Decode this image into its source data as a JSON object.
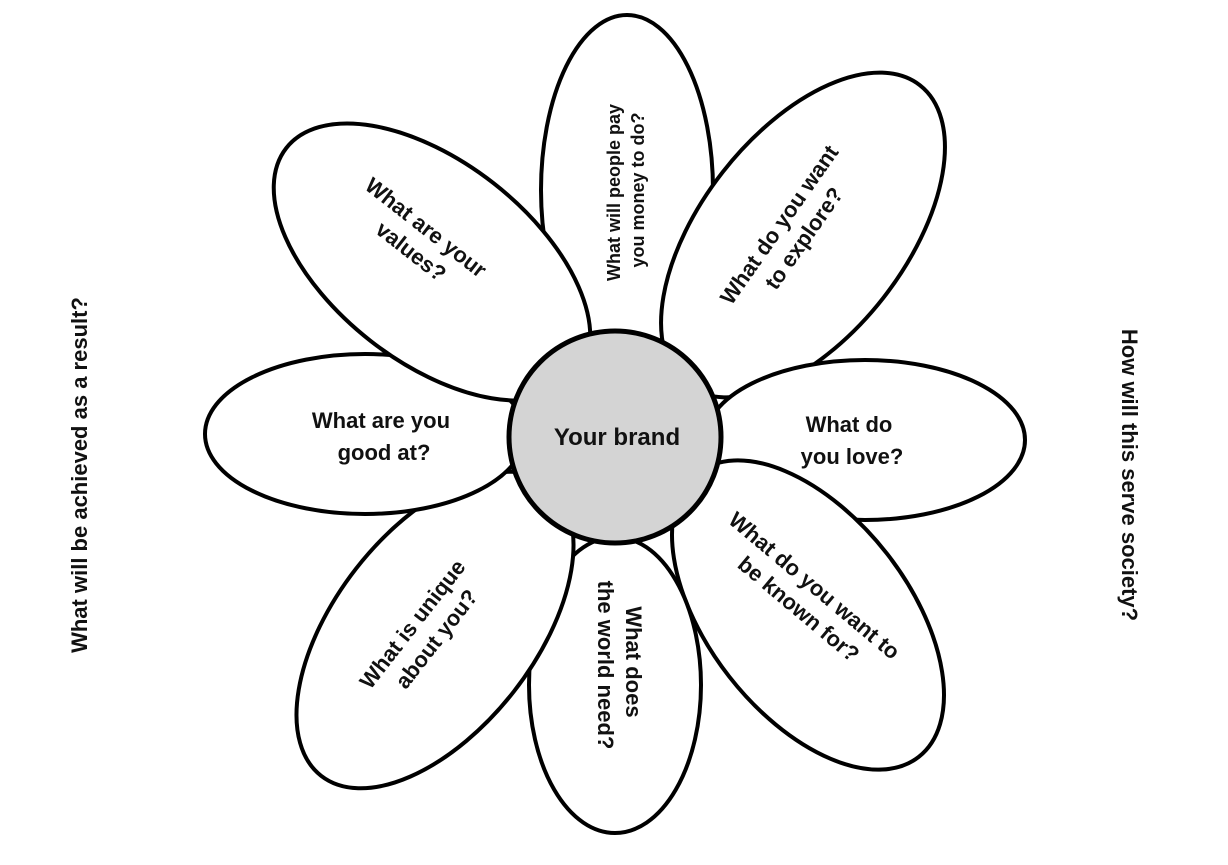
{
  "center": {
    "label": "Your brand",
    "fill": "#d4d4d4"
  },
  "petals": {
    "top": {
      "lines": [
        "What will people pay",
        "you money to do?"
      ]
    },
    "top_right": {
      "lines": [
        "What do you want",
        "to explore?"
      ]
    },
    "right": {
      "lines": [
        "What do",
        "you love?"
      ]
    },
    "bottom_right": {
      "lines": [
        "What do you want to",
        "be known for?"
      ]
    },
    "bottom": {
      "lines": [
        "What does",
        "the world need?"
      ]
    },
    "bottom_left": {
      "lines": [
        "What is unique",
        "about you?"
      ]
    },
    "left": {
      "lines": [
        "What are you",
        "good at?"
      ]
    },
    "top_left": {
      "lines": [
        "What are your",
        "values?"
      ]
    }
  },
  "side_labels": {
    "left": "What will be achieved as a result?",
    "right": "How will this serve society?"
  }
}
